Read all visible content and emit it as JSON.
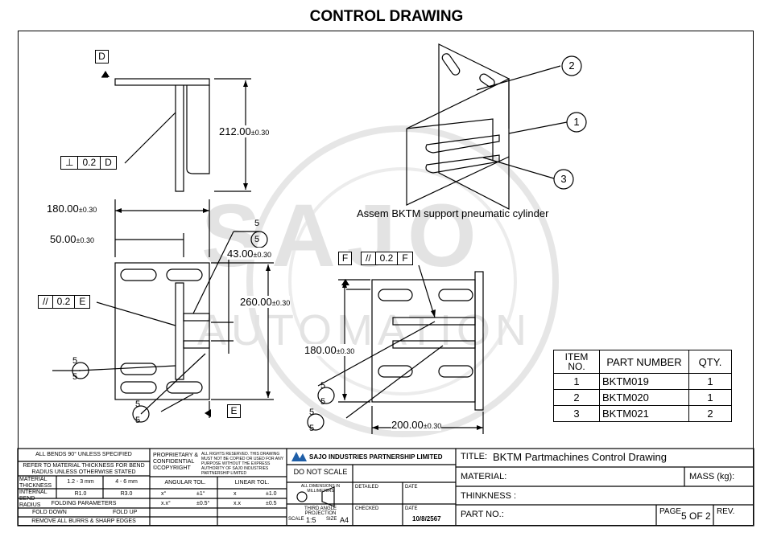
{
  "page_title": "CONTROL DRAWING",
  "watermark": {
    "brand": "SAJO",
    "subtitle": "AUTOMATION"
  },
  "views": {
    "top": {
      "datum": "D",
      "fcf": {
        "symbol": "⊥",
        "tolerance": "0.2",
        "datum": "D"
      },
      "dim_height": "212.00",
      "tol": "±0.30"
    },
    "front": {
      "dim_width": "180.00",
      "dim_offset": "50.00",
      "dim_gap": "43.00",
      "dim_height": "260.00",
      "tol": "±0.30",
      "fcf": {
        "symbol": "//",
        "tolerance": "0.2",
        "datum": "E"
      },
      "datum": "E",
      "weld_size": "5"
    },
    "side": {
      "datum": "F",
      "fcf": {
        "symbol": "//",
        "tolerance": "0.2",
        "datum": "F"
      },
      "dim_height": "180.00",
      "dim_width": "200.00",
      "tol": "±0.30",
      "weld_size": "5"
    },
    "iso": {
      "caption": "Assem BKTM support pneumatic cylinder",
      "balloons": [
        "1",
        "2",
        "3"
      ]
    }
  },
  "parts_table": {
    "headers": [
      "ITEM NO.",
      "PART NUMBER",
      "QTY."
    ],
    "rows": [
      {
        "item": "1",
        "part": "BKTM019",
        "qty": "1"
      },
      {
        "item": "2",
        "part": "BKTM020",
        "qty": "1"
      },
      {
        "item": "3",
        "part": "BKTM021",
        "qty": "2"
      }
    ]
  },
  "title_block": {
    "notes": {
      "bends": "ALL BENDS 90° UNLESS SPECIFIED",
      "refer": "REFER TO MATERIAL THICKNESS FOR BEND RADIUS UNLESS OTHERWISE STATED",
      "thickness_label": "MATERIAL THICKNESS",
      "thickness_1": "1.2 - 3 mm",
      "thickness_2": "4 - 6 mm",
      "radius_label": "INTERNAL BEND RADIUS",
      "radius_1": "R1.0",
      "radius_2": "R3.0",
      "folding": "FOLDING PARAMETERS",
      "fold_down": "FOLD DOWN",
      "fold_up": "FOLD UP",
      "burrs": "REMOVE ALL BURRS & SHARP EDGES"
    },
    "proprietary": "PROPRIETARY & CONFIDENTIAL ©COPYRIGHT",
    "rights": "ALL RIGHTS RESERVED. THIS DRAWING MUST NOT BE COPIED OR USED FOR ANY PURPOSE WITHOUT THE EXPRESS AUTHORITY OF SAJO INDUSTRIES PARTNERSHIP LIMITED",
    "angular_tol": "ANGULAR TOL.",
    "linear_tol": "LINEAR TOL.",
    "ang_rows": [
      {
        "k": "x°",
        "v": "±1°"
      },
      {
        "k": "x.x°",
        "v": "±0.5°"
      }
    ],
    "lin_rows": [
      {
        "k": "x",
        "v": "±1.0"
      },
      {
        "k": "x.x",
        "v": "±0.5"
      }
    ],
    "company": "SAJO INDUSTRIES PARTNERSHIP LIMITED",
    "do_not_scale": "DO NOT SCALE",
    "mm_note": "ALL DIMENSIONS IN MILLIMETERS",
    "projection": "THIRD ANGLE PROJECTION",
    "scale_label": "SCALE",
    "scale": "1:5",
    "size_label": "SIZE",
    "size": "A4",
    "detailed": "DETAILED",
    "checked": "CHECKED",
    "date": "DATE",
    "date_value": "10/8/2567",
    "title_label": "TITLE:",
    "title_value": "BKTM Partmachines Control Drawing",
    "material": "MATERIAL:",
    "mass": "MASS (kg):",
    "thickness": "THINKNESS :",
    "part_no": "PART NO.:",
    "page_label": "PAGE",
    "page_value": "5 OF 2",
    "rev": "REV."
  }
}
